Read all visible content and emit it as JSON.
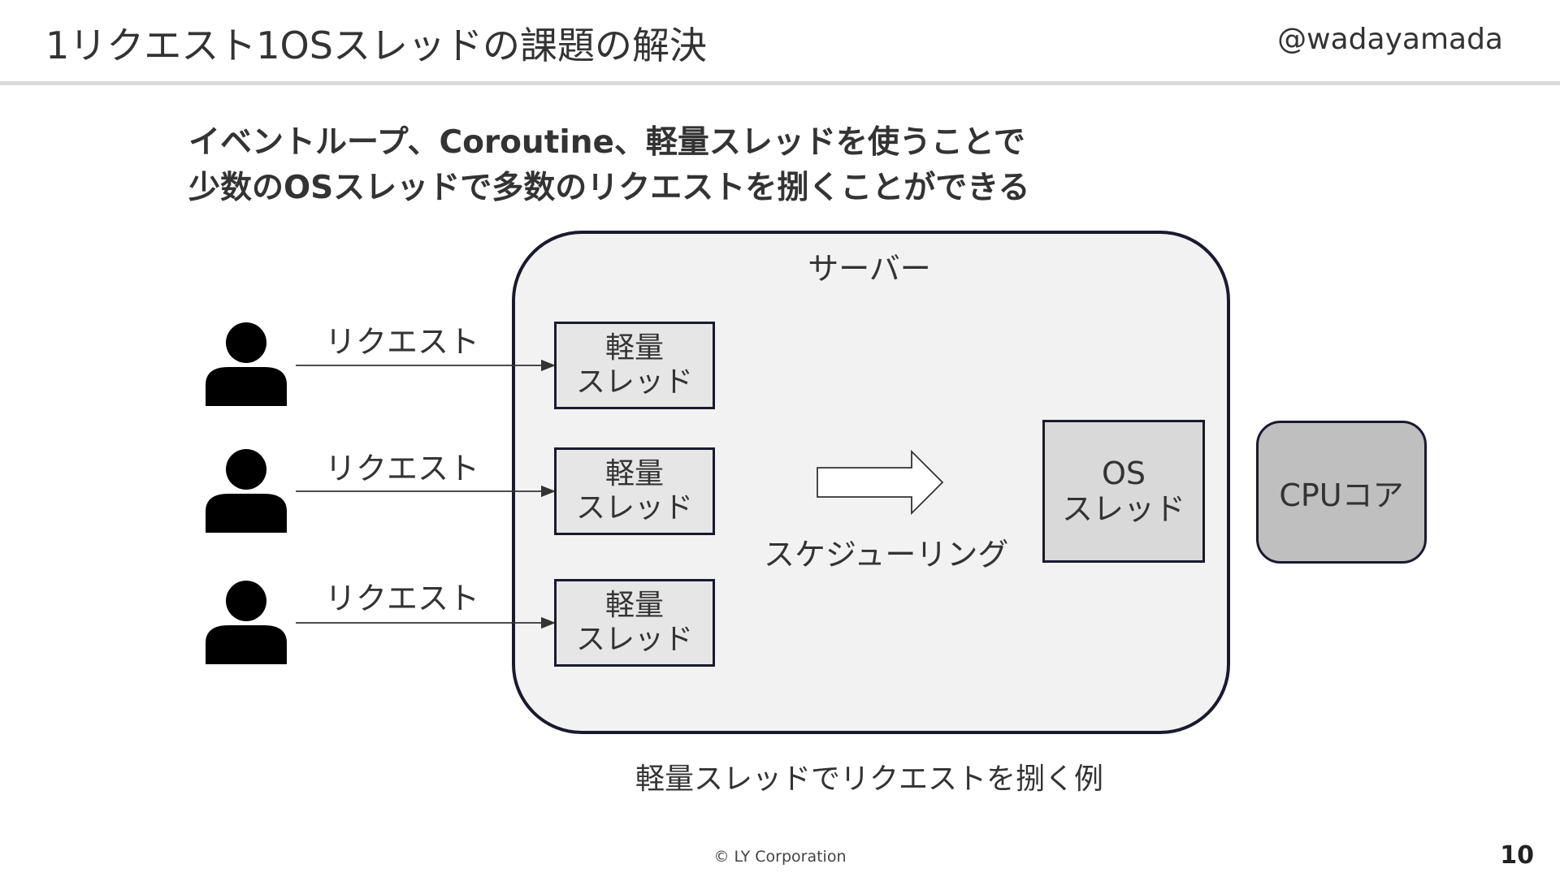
{
  "header": {
    "title": "1リクエスト1OSスレッドの課題の解決",
    "author": "@wadayamada"
  },
  "lead": {
    "line1": "イベントループ、Coroutine、軽量スレッドを使うことで",
    "line2": "少数のOSスレッドで多数のリクエストを捌くことができる"
  },
  "diagram": {
    "server_label": "サーバー",
    "requests": [
      {
        "label": "リクエスト",
        "thread_line1": "軽量",
        "thread_line2": "スレッド"
      },
      {
        "label": "リクエスト",
        "thread_line1": "軽量",
        "thread_line2": "スレッド"
      },
      {
        "label": "リクエスト",
        "thread_line1": "軽量",
        "thread_line2": "スレッド"
      }
    ],
    "scheduling_label": "スケジューリング",
    "os_thread_line1": "OS",
    "os_thread_line2": "スレッド",
    "cpu_label": "CPUコア",
    "caption": "軽量スレッドでリクエストを捌く例",
    "colors": {
      "outline": "#1a1a2e",
      "server_fill": "#f2f2f2",
      "thread_fill": "#e6e6e6",
      "os_thread_fill": "#d9d9d9",
      "cpu_fill": "#bfbfbf",
      "user_icon": "#000000"
    }
  },
  "footer": {
    "copyright": "© LY Corporation",
    "page_number": "10"
  }
}
